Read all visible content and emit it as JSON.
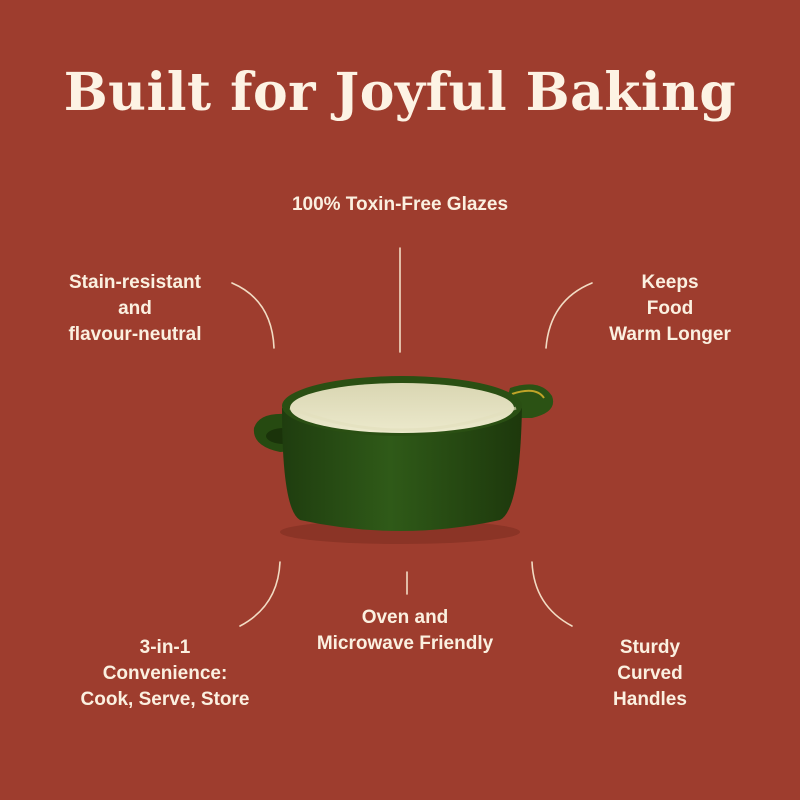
{
  "headline": "Built for Joyful Baking",
  "features": {
    "toxin_free": "100% Toxin-Free Glazes",
    "stain_resistant": "Stain-resistant\nand\nflavour-neutral",
    "keeps_warm": "Keeps\nFood\nWarm Longer",
    "oven_microwave": "Oven and\nMicrowave Friendly",
    "convenience": "3-in-1\nConvenience:\nCook, Serve, Store",
    "handles": "Sturdy\nCurved\nHandles"
  },
  "colors": {
    "background": "#9e3d2e",
    "text": "#fbf0e0",
    "pot_green": "#2d5016",
    "pot_interior": "#e6e3c4"
  }
}
